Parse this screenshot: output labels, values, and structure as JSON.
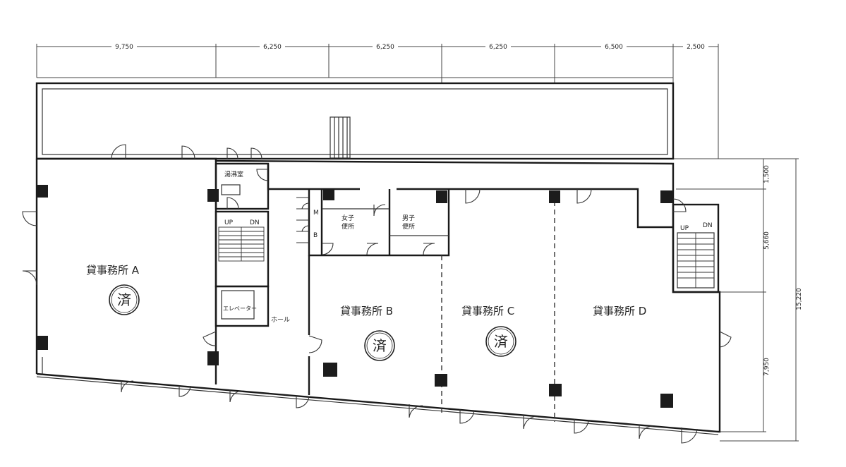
{
  "dimensions": {
    "top": [
      "9,750",
      "6,250",
      "6,250",
      "6,250",
      "6,500",
      "2,500"
    ],
    "right": [
      "1,500",
      "5,660",
      "7,950",
      "15,220"
    ]
  },
  "rooms": {
    "office_a": "貸事務所 A",
    "office_b": "貸事務所 B",
    "office_c": "貸事務所 C",
    "office_d": "貸事務所 D",
    "kitchen": "湯沸室",
    "elevator": "エレベーター",
    "hall": "ホール",
    "womens_toilet": [
      "女子",
      "便所"
    ],
    "mens_toilet": [
      "男子",
      "便所"
    ],
    "ps_m": "M",
    "ps_b": "B"
  },
  "stairs": {
    "up": "UP",
    "down": "DN"
  },
  "seal_text": "済"
}
